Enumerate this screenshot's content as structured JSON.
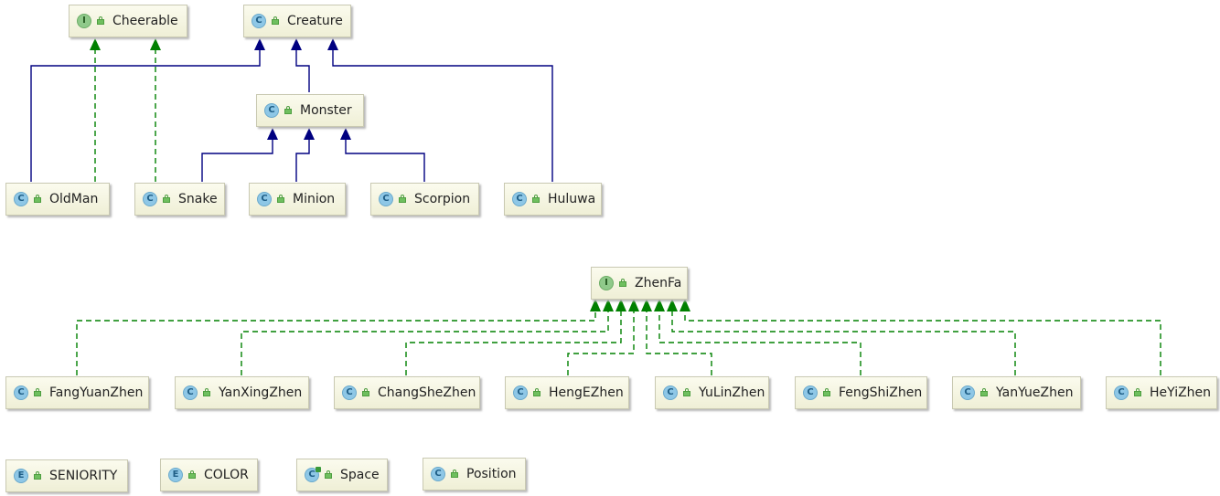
{
  "colors": {
    "extends": "#000080",
    "implements": "#008000"
  },
  "nodes": {
    "cheerable": {
      "kind": "I",
      "type": "interface",
      "name": "Cheerable"
    },
    "creature": {
      "kind": "C",
      "type": "class",
      "name": "Creature"
    },
    "monster": {
      "kind": "C",
      "type": "class",
      "name": "Monster"
    },
    "oldman": {
      "kind": "C",
      "type": "class",
      "name": "OldMan"
    },
    "snake": {
      "kind": "C",
      "type": "class",
      "name": "Snake"
    },
    "minion": {
      "kind": "C",
      "type": "class",
      "name": "Minion"
    },
    "scorpion": {
      "kind": "C",
      "type": "class",
      "name": "Scorpion"
    },
    "huluwa": {
      "kind": "C",
      "type": "class",
      "name": "Huluwa"
    },
    "zhenfa": {
      "kind": "I",
      "type": "interface",
      "name": "ZhenFa"
    },
    "fangyuanzhen": {
      "kind": "C",
      "type": "class",
      "name": "FangYuanZhen"
    },
    "yanxingzhen": {
      "kind": "C",
      "type": "class",
      "name": "YanXingZhen"
    },
    "changshezhen": {
      "kind": "C",
      "type": "class",
      "name": "ChangSheZhen"
    },
    "hengezhen": {
      "kind": "C",
      "type": "class",
      "name": "HengEZhen"
    },
    "yulinzhen": {
      "kind": "C",
      "type": "class",
      "name": "YuLinZhen"
    },
    "fengshizhen": {
      "kind": "C",
      "type": "class",
      "name": "FengShiZhen"
    },
    "yanyuezhen": {
      "kind": "C",
      "type": "class",
      "name": "YanYueZhen"
    },
    "heyizhen": {
      "kind": "C",
      "type": "class",
      "name": "HeYiZhen"
    },
    "seniority": {
      "kind": "E",
      "type": "enum",
      "name": "SENIORITY"
    },
    "color": {
      "kind": "E",
      "type": "enum",
      "name": "COLOR"
    },
    "space": {
      "kind": "C",
      "type": "class",
      "name": "Space"
    },
    "position": {
      "kind": "C",
      "type": "class",
      "name": "Position"
    }
  },
  "edges": [
    {
      "from": "oldman",
      "to": "creature",
      "type": "extends"
    },
    {
      "from": "oldman",
      "to": "cheerable",
      "type": "implements"
    },
    {
      "from": "snake",
      "to": "cheerable",
      "type": "implements"
    },
    {
      "from": "monster",
      "to": "creature",
      "type": "extends"
    },
    {
      "from": "huluwa",
      "to": "creature",
      "type": "extends"
    },
    {
      "from": "snake",
      "to": "monster",
      "type": "extends"
    },
    {
      "from": "minion",
      "to": "monster",
      "type": "extends"
    },
    {
      "from": "scorpion",
      "to": "monster",
      "type": "extends"
    },
    {
      "from": "fangyuanzhen",
      "to": "zhenfa",
      "type": "implements"
    },
    {
      "from": "yanxingzhen",
      "to": "zhenfa",
      "type": "implements"
    },
    {
      "from": "changshezhen",
      "to": "zhenfa",
      "type": "implements"
    },
    {
      "from": "hengezhen",
      "to": "zhenfa",
      "type": "implements"
    },
    {
      "from": "yulinzhen",
      "to": "zhenfa",
      "type": "implements"
    },
    {
      "from": "fengshizhen",
      "to": "zhenfa",
      "type": "implements"
    },
    {
      "from": "yanyuezhen",
      "to": "zhenfa",
      "type": "implements"
    },
    {
      "from": "heyizhen",
      "to": "zhenfa",
      "type": "implements"
    }
  ]
}
